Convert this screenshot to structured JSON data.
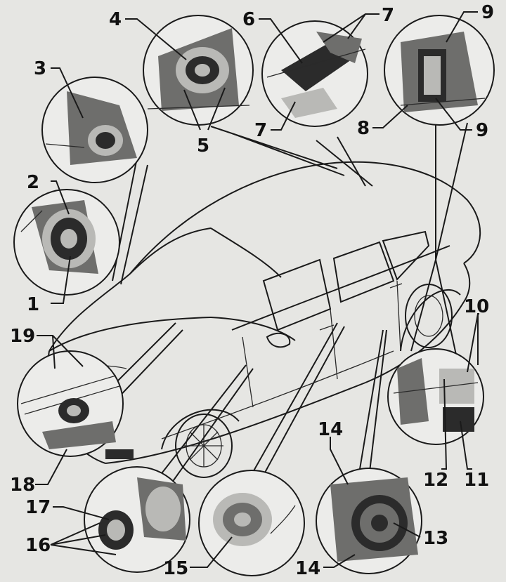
{
  "callouts": [
    {
      "id": "c1",
      "text": "1"
    },
    {
      "id": "c2",
      "text": "2"
    },
    {
      "id": "c3",
      "text": "3"
    },
    {
      "id": "c4",
      "text": "4"
    },
    {
      "id": "c5",
      "text": "5"
    },
    {
      "id": "c6",
      "text": "6"
    },
    {
      "id": "c7a",
      "text": "7"
    },
    {
      "id": "c7b",
      "text": "7"
    },
    {
      "id": "c8",
      "text": "8"
    },
    {
      "id": "c9a",
      "text": "9"
    },
    {
      "id": "c9b",
      "text": "9"
    },
    {
      "id": "c10",
      "text": "10"
    },
    {
      "id": "c11",
      "text": "11"
    },
    {
      "id": "c12",
      "text": "12"
    },
    {
      "id": "c13",
      "text": "13"
    },
    {
      "id": "c14a",
      "text": "14"
    },
    {
      "id": "c14b",
      "text": "14"
    },
    {
      "id": "c15",
      "text": "15"
    },
    {
      "id": "c16",
      "text": "16"
    },
    {
      "id": "c17",
      "text": "17"
    },
    {
      "id": "c18",
      "text": "18"
    },
    {
      "id": "c19",
      "text": "19"
    }
  ]
}
